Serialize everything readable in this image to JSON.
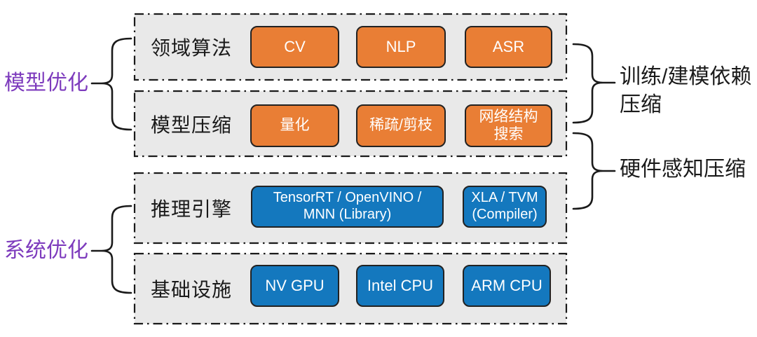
{
  "diagram": {
    "left_labels": [
      {
        "text": "模型优化"
      },
      {
        "text": "系统优化"
      }
    ],
    "right_labels": [
      {
        "text": "训练/建模依赖\n压缩"
      },
      {
        "text": "硬件感知压缩"
      }
    ],
    "rows": [
      {
        "label": "领域算法",
        "boxes": [
          {
            "text": "CV"
          },
          {
            "text": "NLP"
          },
          {
            "text": "ASR"
          }
        ]
      },
      {
        "label": "模型压缩",
        "boxes": [
          {
            "text": "量化"
          },
          {
            "text": "稀疏/剪枝"
          },
          {
            "text": "网络结构\n搜索"
          }
        ]
      },
      {
        "label": "推理引擎",
        "boxes": [
          {
            "text": "TensorRT / OpenVINO /\nMNN (Library)"
          },
          {
            "text": "XLA / TVM\n(Compiler)"
          }
        ]
      },
      {
        "label": "基础设施",
        "boxes": [
          {
            "text": "NV GPU"
          },
          {
            "text": "Intel CPU"
          },
          {
            "text": "ARM CPU"
          }
        ]
      }
    ],
    "colors": {
      "row_background": "#E9E9E9",
      "outline": "#1A1A1A",
      "orange_box": "#E97E35",
      "blue_box": "#1478BE",
      "purple_label": "#7D3BBD",
      "box_text": "#FFFFFF"
    }
  }
}
